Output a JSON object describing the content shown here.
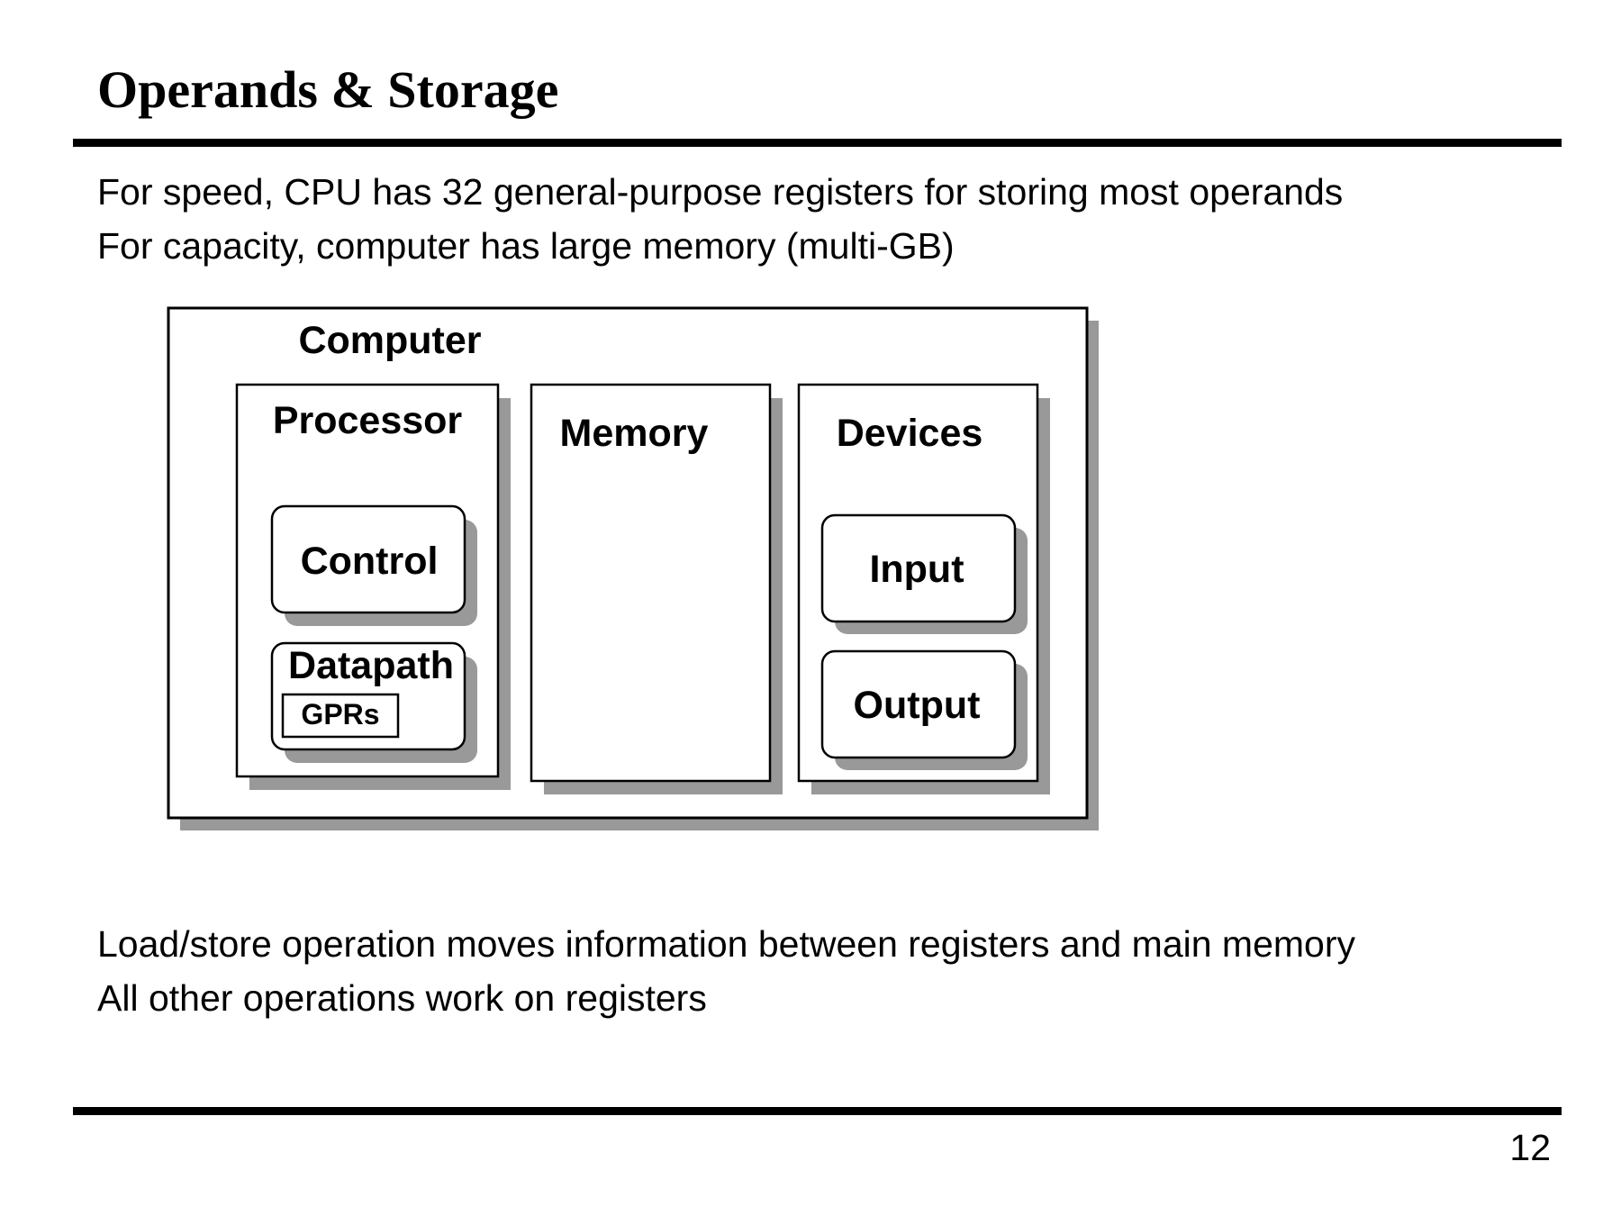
{
  "slide": {
    "title": "Operands & Storage",
    "intro_lines": [
      "For speed, CPU has 32 general-purpose registers for storing most operands",
      "For capacity, computer has large memory (multi-GB)"
    ],
    "closing_lines": [
      "Load/store operation moves information between registers and main memory",
      "All other operations work on registers"
    ],
    "page_number": "12"
  },
  "diagram": {
    "computer_label": "Computer",
    "processor_label": "Processor",
    "control_label": "Control",
    "datapath_label": "Datapath",
    "gprs_label": "GPRs",
    "memory_label": "Memory",
    "devices_label": "Devices",
    "input_label": "Input",
    "output_label": "Output",
    "colors": {
      "shadow": "#999999",
      "box_fill": "#ffffff",
      "stroke": "#000000"
    }
  }
}
